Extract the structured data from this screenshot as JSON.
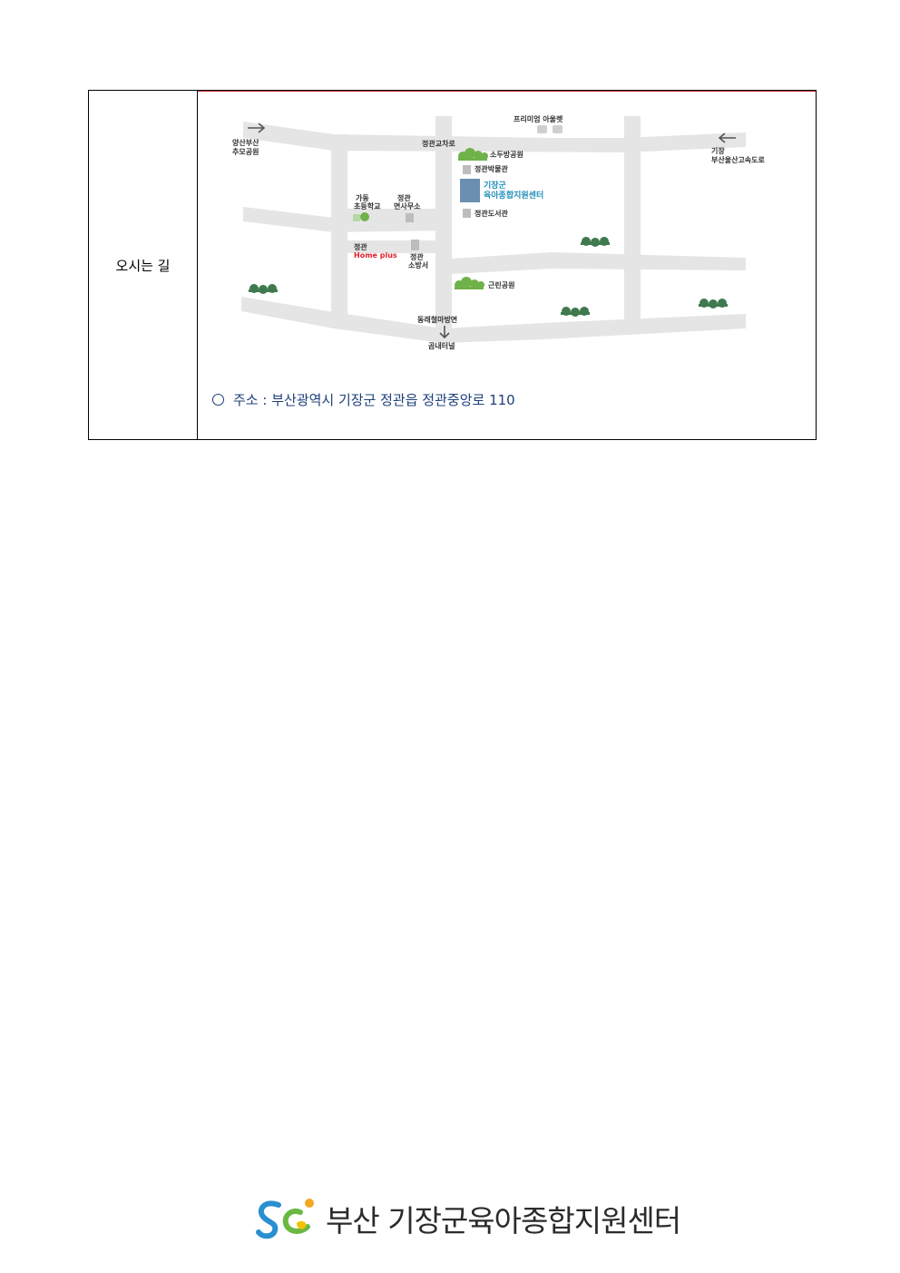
{
  "section": {
    "label": "오시는 길",
    "address": "주소 : 부산광역시 기장군 정관읍 정관중앙로 110"
  },
  "map": {
    "left_destination": [
      "양산부산",
      "추모공원"
    ],
    "right_destination": [
      "기장",
      "부산울산고속도로"
    ],
    "premium_outlet": "프리미엄 아울렛",
    "interchange": "정관교차로",
    "sodubang_park": "소두방공원",
    "museum": "정관박물관",
    "center": [
      "기장군",
      "육아종합지원센터"
    ],
    "library": "정관도서관",
    "school": [
      "가동",
      "초등학교"
    ],
    "office": [
      "정관",
      "면사무소"
    ],
    "homeplus": [
      "정관",
      "Home plus"
    ],
    "fire_station": [
      "정관",
      "소방서"
    ],
    "neighborhood_park": "근린공원",
    "bottom_road": "동래철마방면",
    "tunnel": "곰내터널"
  },
  "footer": {
    "org_name": "부산 기장군육아종합지원센터"
  },
  "colors": {
    "road": "#e5e5e5",
    "tree": "#3f7a4e",
    "address_text": "#1f3f7a",
    "center_label": "#1e8fb8",
    "homeplus": "#e0202a"
  }
}
